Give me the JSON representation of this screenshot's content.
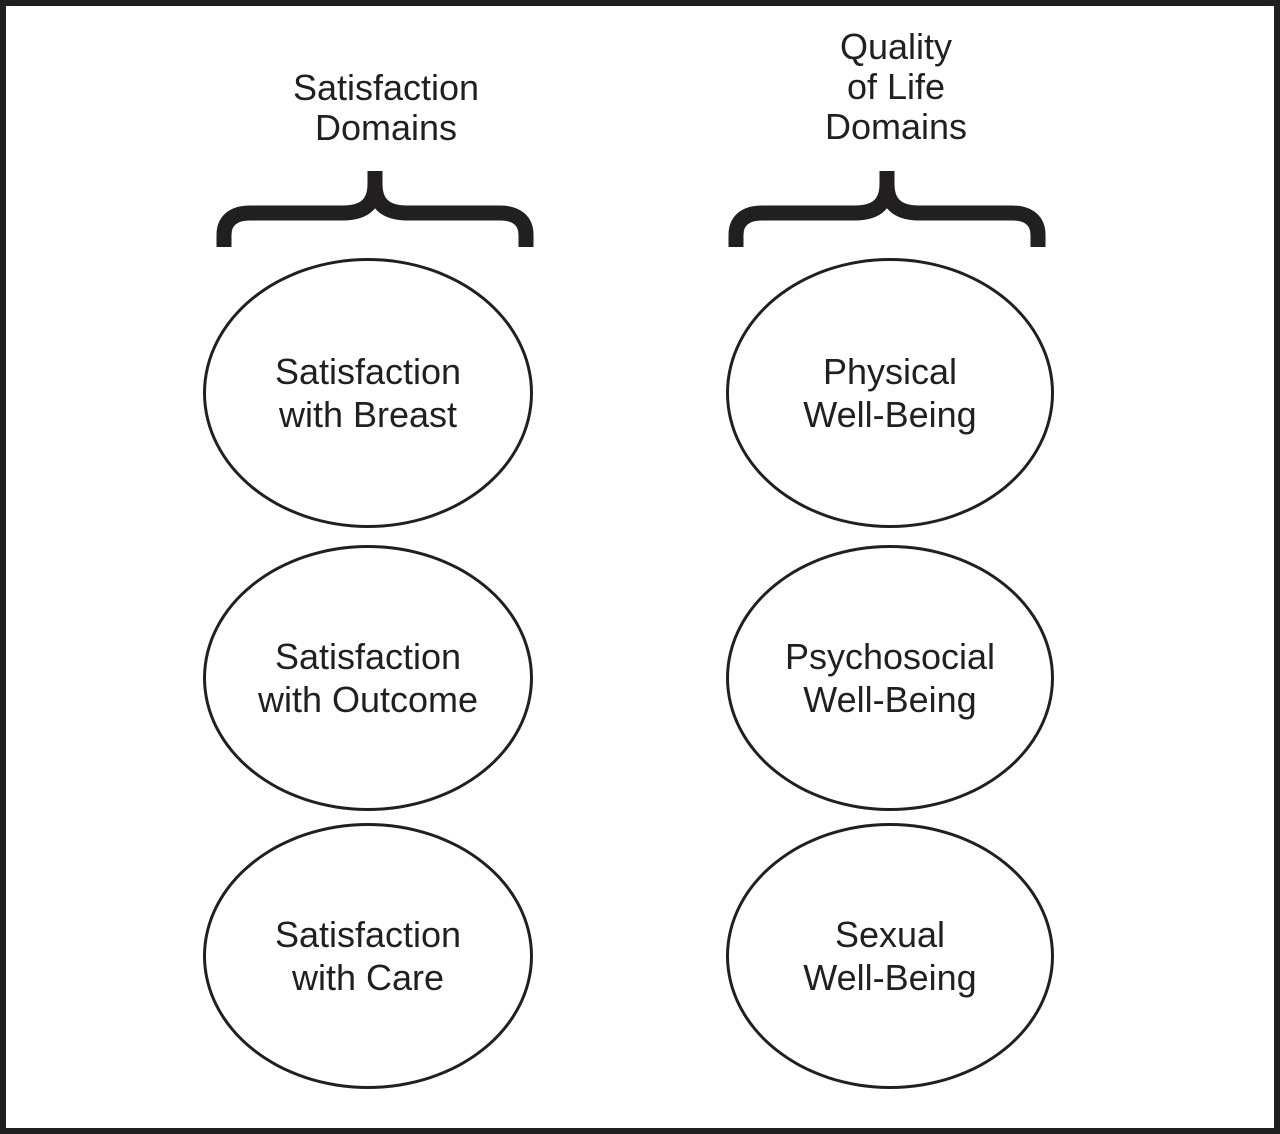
{
  "figure": {
    "colors": {
      "ink": "#221f20",
      "background": "#ffffff"
    },
    "columns": [
      {
        "id": "satisfaction-domains",
        "header_lines": [
          "Satisfaction",
          "Domains"
        ],
        "nodes": [
          {
            "line1": "Satisfaction",
            "line2": "with Breast"
          },
          {
            "line1": "Satisfaction",
            "line2": "with Outcome"
          },
          {
            "line1": "Satisfaction",
            "line2": "with Care"
          }
        ]
      },
      {
        "id": "quality-of-life-domains",
        "header_lines": [
          "Quality",
          "of Life",
          "Domains"
        ],
        "nodes": [
          {
            "line1": "Physical",
            "line2": "Well-Being"
          },
          {
            "line1": "Psychosocial",
            "line2": "Well-Being"
          },
          {
            "line1": "Sexual",
            "line2": "Well-Being"
          }
        ]
      }
    ]
  }
}
